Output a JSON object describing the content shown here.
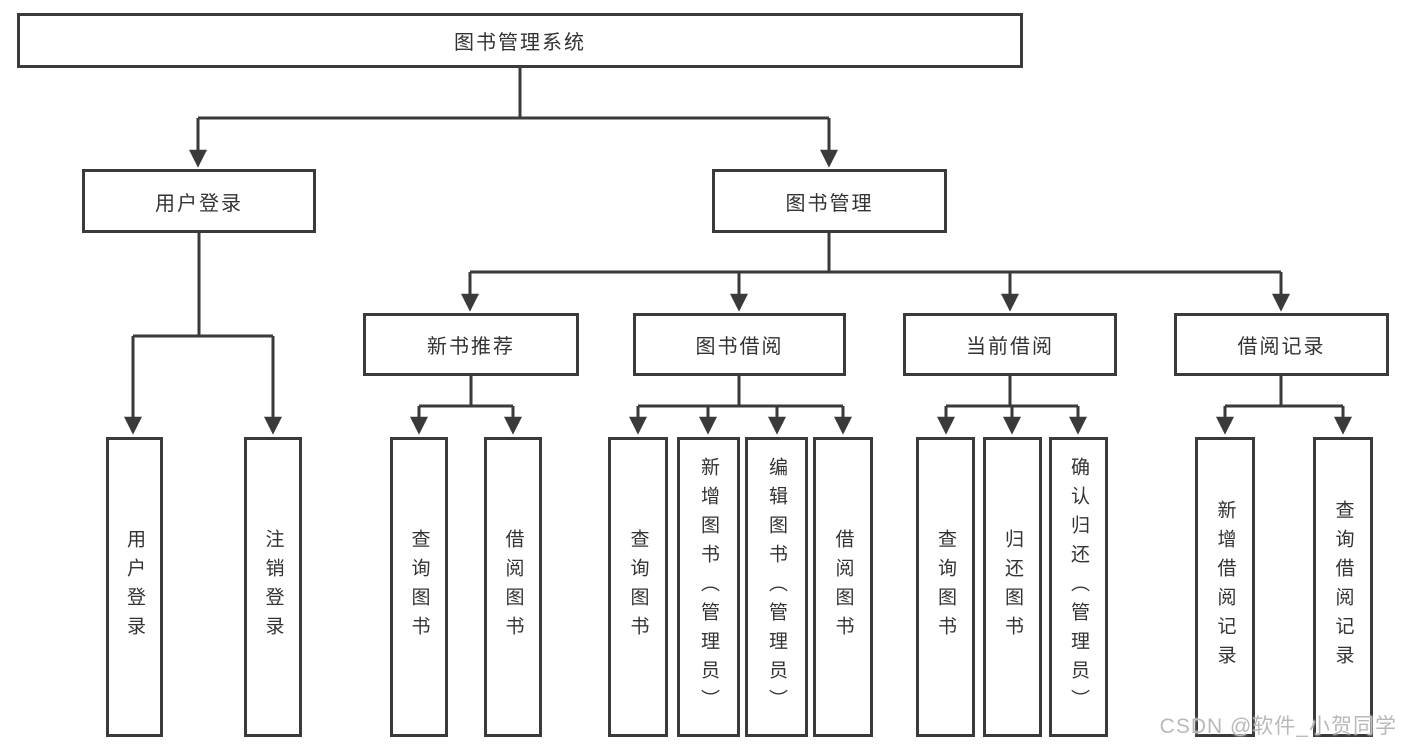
{
  "diagram_type": "tree",
  "colors": {
    "line": "#3a3a3a",
    "text": "#333333",
    "box_fill": "#ffffff",
    "watermark": "#b9b9b9"
  },
  "watermark": "CSDN @软件_小贺同学",
  "tree": {
    "label": "图书管理系统",
    "children": [
      {
        "label": "用户登录",
        "children": [
          {
            "label": "用户登录"
          },
          {
            "label": "注销登录"
          }
        ]
      },
      {
        "label": "图书管理",
        "children": [
          {
            "label": "新书推荐",
            "children": [
              {
                "label": "查询图书"
              },
              {
                "label": "借阅图书"
              }
            ]
          },
          {
            "label": "图书借阅",
            "children": [
              {
                "label": "查询图书"
              },
              {
                "label": "新增图书（管理员）"
              },
              {
                "label": "编辑图书（管理员）"
              },
              {
                "label": "借阅图书"
              }
            ]
          },
          {
            "label": "当前借阅",
            "children": [
              {
                "label": "查询图书"
              },
              {
                "label": "归还图书"
              },
              {
                "label": "确认归还（管理员）"
              }
            ]
          },
          {
            "label": "借阅记录",
            "children": [
              {
                "label": "新增借阅记录"
              },
              {
                "label": "查询借阅记录"
              }
            ]
          }
        ]
      }
    ]
  }
}
